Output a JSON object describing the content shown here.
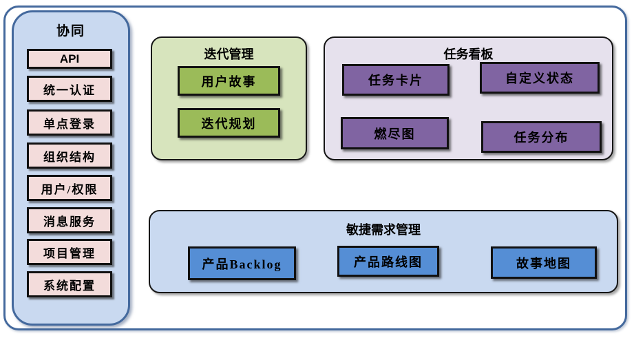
{
  "sidebar": {
    "title": "协同",
    "items": [
      {
        "label": "API"
      },
      {
        "label": "统一认证"
      },
      {
        "label": "单点登录"
      },
      {
        "label": "组织结构"
      },
      {
        "label": "用户/权限"
      },
      {
        "label": "消息服务"
      },
      {
        "label": "项目管理"
      },
      {
        "label": "系统配置"
      }
    ]
  },
  "panels": {
    "iteration": {
      "title": "迭代管理",
      "items": [
        {
          "label": "用户故事"
        },
        {
          "label": "迭代规划"
        }
      ]
    },
    "taskboard": {
      "title": "任务看板",
      "items": [
        {
          "label": "任务卡片"
        },
        {
          "label": "自定义状态"
        },
        {
          "label": "燃尽图"
        },
        {
          "label": "任务分布"
        }
      ]
    },
    "agile": {
      "title": "敏捷需求管理",
      "items": [
        {
          "label": "产品Backlog"
        },
        {
          "label": "产品路线图"
        },
        {
          "label": "故事地图"
        }
      ]
    }
  },
  "colors": {
    "frame_border": "#44699d",
    "sidebar_bg": "#c9d9f0",
    "sidebar_item_bg": "#f3dcdb",
    "iteration_panel_bg": "#d7e4bd",
    "iteration_item_bg": "#9bbb59",
    "taskboard_panel_bg": "#e6e1ed",
    "taskboard_item_bg": "#8064a2",
    "agile_panel_bg": "#c9d9f0",
    "agile_item_bg": "#558ed5",
    "box_border": "#111111",
    "text": "#000000"
  }
}
